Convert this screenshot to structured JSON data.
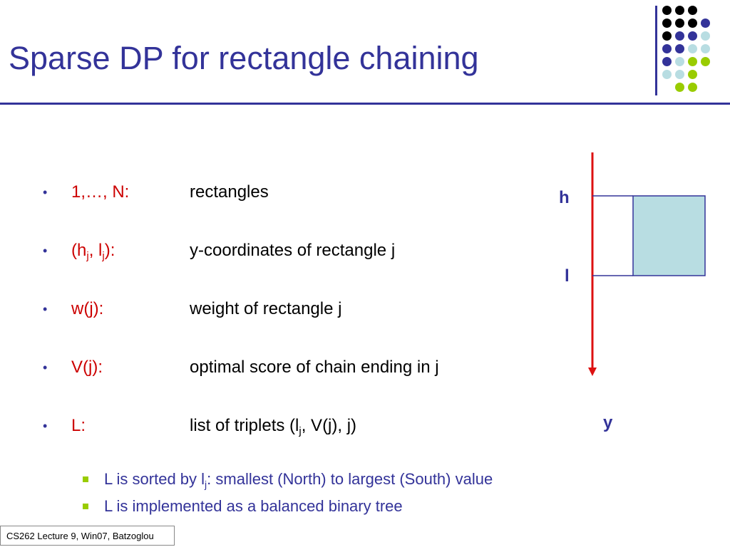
{
  "title": "Sparse DP for rectangle chaining",
  "bullets": [
    {
      "term": "1,…, N:",
      "desc": "rectangles"
    },
    {
      "term_main": "(h",
      "term_sub1": "j",
      "term_mid": ", l",
      "term_sub2": "j",
      "term_end": "):",
      "desc": "y-coordinates of rectangle j"
    },
    {
      "term": "w(j):",
      "desc": "weight of rectangle j"
    },
    {
      "term": "V(j):",
      "desc": "optimal score of chain ending in j"
    },
    {
      "term": "L:",
      "desc_pre": "list of triplets (l",
      "desc_sub": "j",
      "desc_post": ", V(j), j)"
    }
  ],
  "sub_bullets": [
    {
      "pre": "L is sorted by l",
      "sub": "j",
      "post": ": smallest (North) to largest (South) value"
    },
    {
      "text": "L is implemented as a balanced binary tree"
    }
  ],
  "diagram": {
    "label_h": "h",
    "label_l": "l",
    "label_y": "y",
    "axis_color": "#dd1111",
    "rect_fill": "#b8dde2",
    "rect_stroke": "#333399"
  },
  "footer": "CS262 Lecture 9, Win07, Batzoglou",
  "colors": {
    "title": "#333399",
    "term": "#cc0000",
    "sub_bullet_marker": "#99cc00",
    "dot_black": "#000000",
    "dot_navy": "#333399",
    "dot_lightblue": "#b8dde2",
    "dot_green": "#99cc00"
  }
}
